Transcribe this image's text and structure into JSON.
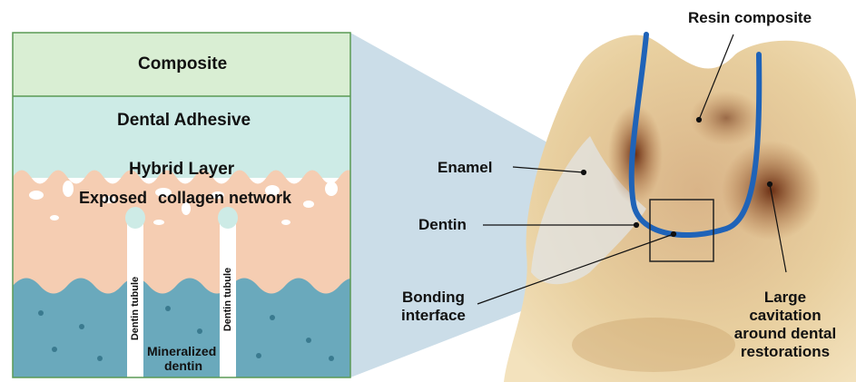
{
  "schematic": {
    "composite": "Composite",
    "dental_adhesive": "Dental Adhesive",
    "hybrid_layer": "Hybrid Layer",
    "exposed": "Exposed",
    "collagen_network": "collagen network",
    "dentin_tubule_left": "Dentin tubule",
    "dentin_tubule_right": "Dentin tubule",
    "mineralized": "Mineralized",
    "dentin": "dentin"
  },
  "photo_labels": {
    "resin_composite": "Resin composite",
    "enamel": "Enamel",
    "dentin": "Dentin",
    "bonding_interface_1": "Bonding",
    "bonding_interface_2": "interface",
    "cavitation_1": "Large",
    "cavitation_2": "cavitation",
    "cavitation_3": "around dental",
    "cavitation_4": "restorations"
  },
  "colors": {
    "composite_fill": "#d9eed3",
    "adhesive_fill": "#cdebe6",
    "hybrid_fill": "#f5cdb2",
    "mineralized_fill": "#6aa9bc",
    "tubule_fill": "#ffffff",
    "zoom_cone": "#b9d2e0",
    "interface_line": "#1f63b8",
    "tooth_light": "#e8d2a8",
    "tooth_dark": "#9a5a2a"
  }
}
